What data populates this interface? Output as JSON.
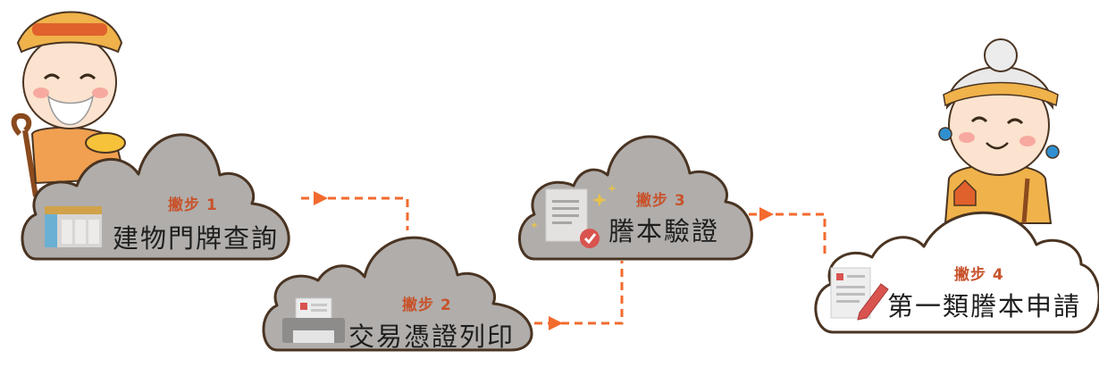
{
  "steps": [
    {
      "label": "撇步 1",
      "title": "建物門牌查詢",
      "icon": "table-icon"
    },
    {
      "label": "撇步 2",
      "title": "交易憑證列印",
      "icon": "printer-icon"
    },
    {
      "label": "撇步 3",
      "title": "謄本驗證",
      "icon": "document-check-icon"
    },
    {
      "label": "撇步 4",
      "title": "第一類謄本申請",
      "icon": "document-edit-icon"
    }
  ],
  "colors": {
    "cloud_gray": "#b0adab",
    "cloud_outline": "#4a3422",
    "cloud_white": "#ffffff",
    "accent": "#f26a2e",
    "step_label": "#c8532c"
  }
}
